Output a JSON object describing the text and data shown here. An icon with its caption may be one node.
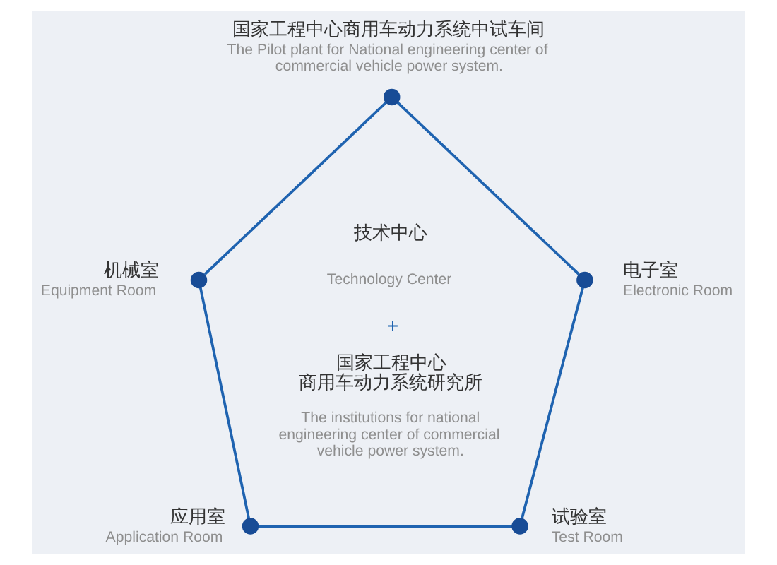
{
  "diagram": {
    "nodes": [
      {
        "text": [],
        "shape": "circle",
        "beside": [
          "国家工程中心商用车动力系统中试车间",
          "The Pilot plant for National engineering center of commercial vehicle power system."
        ]
      },
      {
        "text": [],
        "shape": "circle",
        "beside": [
          "机械室",
          "Equipment Room"
        ]
      },
      {
        "text": [],
        "shape": "circle",
        "beside": [
          "电子室",
          "Electronic Room"
        ]
      },
      {
        "text": [],
        "shape": "circle",
        "beside": [
          "应用室",
          "Application Room"
        ]
      },
      {
        "text": [],
        "shape": "circle",
        "beside": [
          "试验室",
          "Test Room"
        ]
      }
    ],
    "edges": [
      {
        "from": 0,
        "to": 1,
        "arrow": "none"
      },
      {
        "from": 0,
        "to": 2,
        "arrow": "none"
      },
      {
        "from": 1,
        "to": 3,
        "arrow": "none"
      },
      {
        "from": 2,
        "to": 4,
        "arrow": "none"
      },
      {
        "from": 3,
        "to": 4,
        "arrow": "none"
      }
    ],
    "labels": [
      "技术中心",
      "Technology Center",
      "+",
      "国家工程中心商用车动力系统研究所",
      "The institutions for national engineering center of commercial vehicle power system."
    ]
  }
}
